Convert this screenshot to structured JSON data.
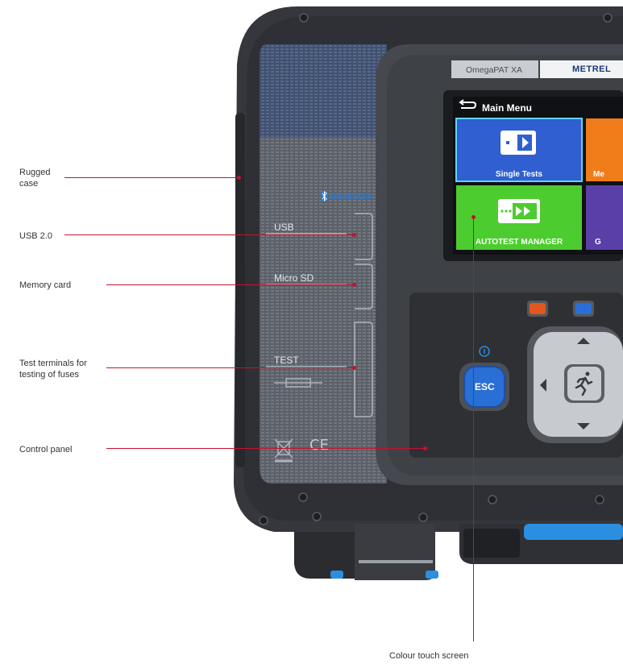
{
  "callouts": {
    "rugged_case": [
      "Rugged",
      "case"
    ],
    "usb": "USB 2.0",
    "memory_card": "Memory card",
    "test_terminals": [
      "Test terminals for",
      "testing of fuses"
    ],
    "control_panel": "Control panel",
    "touch_screen": "Colour touch screen"
  },
  "device": {
    "model_name": "OmegaPAT XA",
    "brand": "METREL",
    "bluetooth_label": "Bluetooth",
    "port_usb_label": "USB",
    "port_sd_label": "Micro SD",
    "port_test_label": "TEST",
    "ce_mark": "CE",
    "esc_label": "ESC"
  },
  "screen": {
    "title": "Main Menu",
    "tiles": [
      {
        "label": "Single Tests",
        "color": "#2f5fd0"
      },
      {
        "label": "Me",
        "color": "#f07d1a"
      },
      {
        "label": "AUTOTEST MANAGER",
        "color": "#4ccc2e"
      },
      {
        "label": "G",
        "color": "#5a3fa8"
      }
    ]
  },
  "colors": {
    "accent": "#c8102e",
    "case_dark": "#3d3f44",
    "panel": "#45484e",
    "key_blue": "#2a6fd6",
    "key_orange": "#e2571d",
    "handle_blue": "#2b8ee0"
  }
}
